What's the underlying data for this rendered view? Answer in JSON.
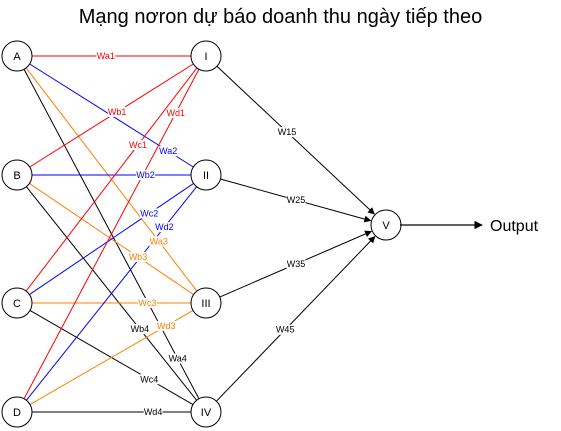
{
  "title": "Mạng nơron dự báo doanh thu ngày tiếp theo",
  "colors": {
    "A": "#ff0000",
    "B": "#0000ff",
    "C": "#ff8000",
    "D": "#000000",
    "output": "#000000"
  },
  "nodes": {
    "input": [
      "A",
      "B",
      "C",
      "D"
    ],
    "hidden": [
      "I",
      "II",
      "III",
      "IV"
    ],
    "output": "V"
  },
  "connections": [
    {
      "from": "A",
      "to": "I",
      "label": "Wa1",
      "color": "#ff0000"
    },
    {
      "from": "A",
      "to": "II",
      "label": "Wa2",
      "color": "#0000ff"
    },
    {
      "from": "A",
      "to": "III",
      "label": "Wa3",
      "color": "#ff8000"
    },
    {
      "from": "A",
      "to": "IV",
      "label": "Wa4",
      "color": "#000000"
    },
    {
      "from": "B",
      "to": "I",
      "label": "Wb1",
      "color": "#ff0000"
    },
    {
      "from": "B",
      "to": "II",
      "label": "Wb2",
      "color": "#0000ff"
    },
    {
      "from": "B",
      "to": "III",
      "label": "Wb3",
      "color": "#ff8000"
    },
    {
      "from": "B",
      "to": "IV",
      "label": "Wb4",
      "color": "#000000"
    },
    {
      "from": "C",
      "to": "I",
      "label": "Wc1",
      "color": "#ff0000"
    },
    {
      "from": "C",
      "to": "II",
      "label": "Wc2",
      "color": "#0000ff"
    },
    {
      "from": "C",
      "to": "III",
      "label": "Wc3",
      "color": "#ff8000"
    },
    {
      "from": "C",
      "to": "IV",
      "label": "Wc4",
      "color": "#000000"
    },
    {
      "from": "D",
      "to": "I",
      "label": "Wd1",
      "color": "#ff0000"
    },
    {
      "from": "D",
      "to": "II",
      "label": "Wd2",
      "color": "#0000ff"
    },
    {
      "from": "D",
      "to": "III",
      "label": "Wd3",
      "color": "#ff8000"
    },
    {
      "from": "D",
      "to": "IV",
      "label": "Wd4",
      "color": "#000000"
    },
    {
      "from": "I",
      "to": "V",
      "label": "W15",
      "color": "#000000"
    },
    {
      "from": "II",
      "to": "V",
      "label": "W25",
      "color": "#000000"
    },
    {
      "from": "III",
      "to": "V",
      "label": "W35",
      "color": "#000000"
    },
    {
      "from": "IV",
      "to": "V",
      "label": "W45",
      "color": "#000000"
    }
  ],
  "output_label": "Output"
}
